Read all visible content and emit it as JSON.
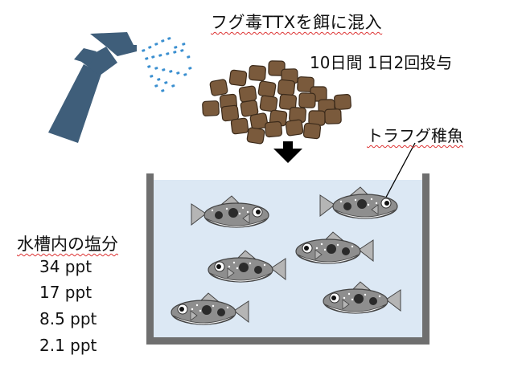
{
  "labels": {
    "title": "フグ毒TTXを餌に混入",
    "schedule": "10日間 1日2回投与",
    "fish": "トラフグ稚魚",
    "salinity_heading": "水槽内の塩分"
  },
  "salinities": [
    "34 ppt",
    "17 ppt",
    "8.5 ppt",
    "2.1 ppt"
  ],
  "colors": {
    "spray_bottle": "#3f5e7a",
    "spray_droplets": "#3a8fd0",
    "pellet": "#7a5a3c",
    "pellet_outline": "#3b2a1a",
    "arrow": "#000000",
    "tank_wall": "#6f6f6f",
    "water": "#dce8f4",
    "fish_body": "#8e8e8e",
    "fish_belly": "#f4f4f4",
    "fish_spots": "#2b2b2b",
    "annotation_underline": "#dd3333"
  },
  "icons": {
    "spray_bottle": "spray-bottle-icon",
    "pellets": "feed-pellets-icon",
    "arrow": "down-arrow-icon",
    "fish": "pufferfish-icon"
  }
}
